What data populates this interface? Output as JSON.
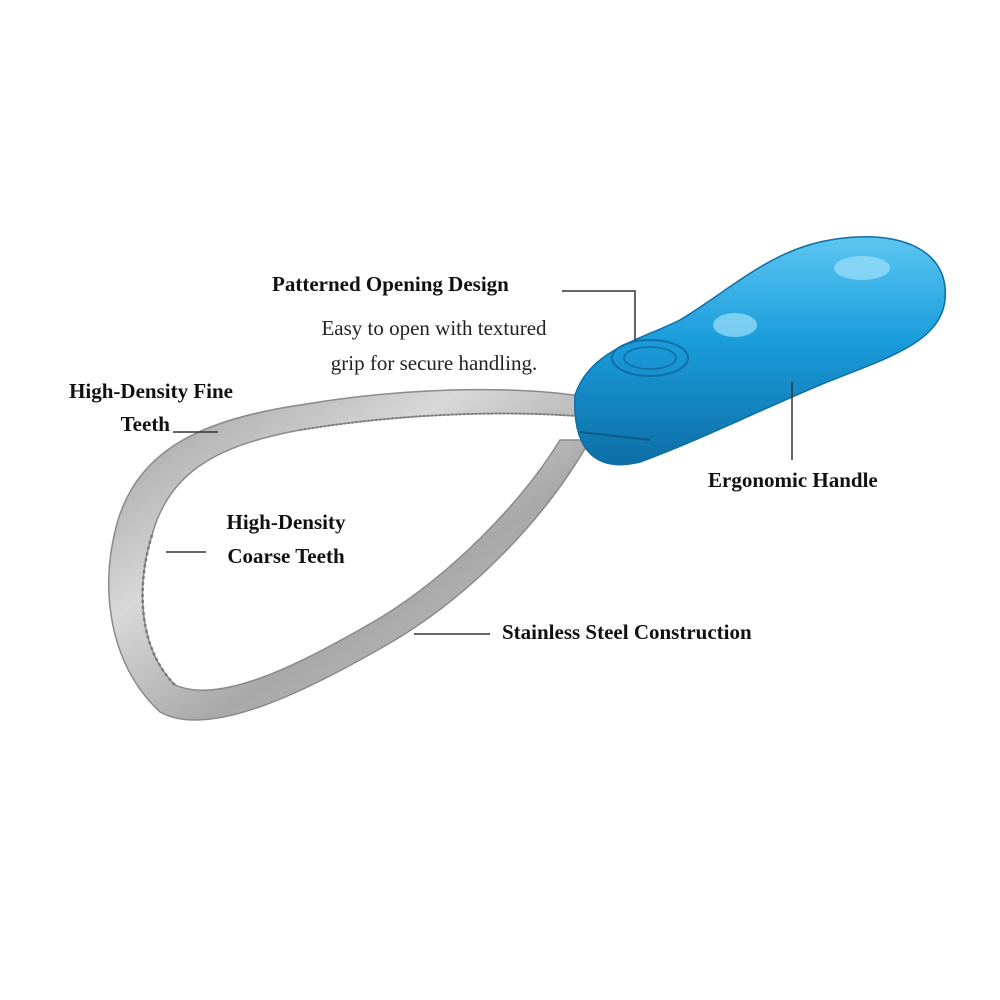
{
  "colors": {
    "background": "#ffffff",
    "handle": "#1a9ddb",
    "handle_dark": "#0f6fa6",
    "handle_light": "#6fd0f6",
    "steel": "#b9b9b9",
    "steel_dark": "#8a8a8a",
    "steel_light": "#e2e2e2",
    "leader_line": "#333333",
    "text": "#111111"
  },
  "callouts": {
    "patterned_opening": {
      "title": "Patterned Opening Design",
      "desc_line1": "Easy to open with textured",
      "desc_line2": "grip for secure handling."
    },
    "fine_teeth": {
      "line1": "High-Density Fine",
      "line2": "Teeth"
    },
    "coarse_teeth": {
      "line1": "High-Density",
      "line2": "Coarse Teeth"
    },
    "ergonomic_handle": {
      "title": "Ergonomic Handle"
    },
    "stainless_steel": {
      "title": "Stainless Steel Construction"
    }
  },
  "icons": {
    "product": "shedding-blade-icon",
    "grip_pattern": "textured-grip-icon"
  }
}
